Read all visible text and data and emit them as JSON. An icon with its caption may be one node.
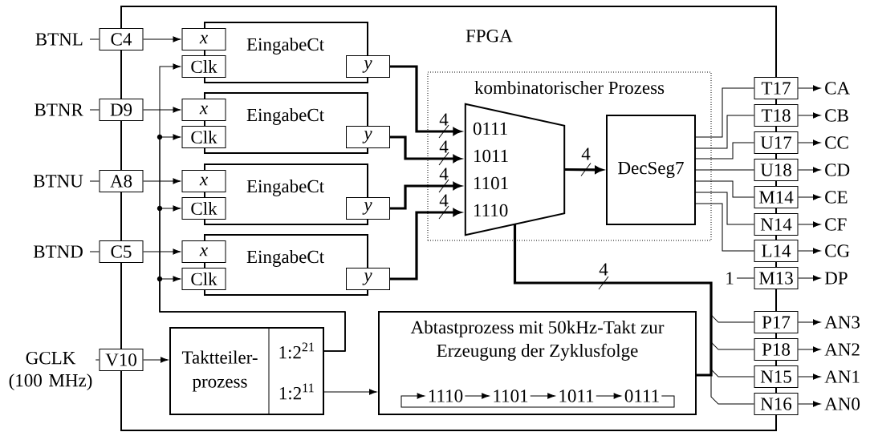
{
  "diagram": {
    "nodes": [
      {
        "text": [
          "FPGA"
        ]
      },
      {
        "text": [
          "BTNL"
        ]
      },
      {
        "text": [
          "C4"
        ]
      },
      {
        "text": [
          "EingabeCt"
        ],
        "in": 0
      },
      {
        "text": [
          "x"
        ],
        "in": 0
      },
      {
        "text": [
          "Clk"
        ],
        "in": 0
      },
      {
        "text": [
          "y"
        ],
        "in": 0
      },
      {
        "text": [
          "BTNR"
        ]
      },
      {
        "text": [
          "D9"
        ]
      },
      {
        "text": [
          "EingabeCt"
        ],
        "in": 0
      },
      {
        "text": [
          "x"
        ],
        "in": 0
      },
      {
        "text": [
          "Clk"
        ],
        "in": 0
      },
      {
        "text": [
          "y"
        ],
        "in": 0
      },
      {
        "text": [
          "BTNU"
        ]
      },
      {
        "text": [
          "A8"
        ]
      },
      {
        "text": [
          "EingabeCt"
        ],
        "in": 0
      },
      {
        "text": [
          "x"
        ],
        "in": 0
      },
      {
        "text": [
          "Clk"
        ],
        "in": 0
      },
      {
        "text": [
          "y"
        ],
        "in": 0
      },
      {
        "text": [
          "BTND"
        ]
      },
      {
        "text": [
          "C5"
        ]
      },
      {
        "text": [
          "EingabeCt"
        ],
        "in": 0
      },
      {
        "text": [
          "x"
        ],
        "in": 0
      },
      {
        "text": [
          "Clk"
        ],
        "in": 0
      },
      {
        "text": [
          "y"
        ],
        "in": 0
      },
      {
        "text": [
          "kombinatorischer Prozess"
        ],
        "in": 0
      },
      {
        "text": [
          "0111",
          "1011",
          "1101",
          "1110"
        ],
        "in": 25
      },
      {
        "text": [
          "DecSeg7"
        ],
        "in": 25
      },
      {
        "text": [
          "GCLK (100 MHz)"
        ]
      },
      {
        "text": [
          "V10"
        ]
      },
      {
        "text": [
          "Taktteiler-prozess",
          "1:2$^{21}$",
          "1:2$^{11}$"
        ],
        "in": 0
      },
      {
        "text": [
          "Abtastprozess mit 50kHz-Takt zur Erzeugung der Zyklusfolge"
        ],
        "in": 0
      },
      {
        "text": [
          "1110"
        ],
        "in": 31
      },
      {
        "text": [
          "1101"
        ],
        "in": 31
      },
      {
        "text": [
          "1011"
        ],
        "in": 31
      },
      {
        "text": [
          "0111"
        ],
        "in": 31
      },
      {
        "text": [
          "T17"
        ]
      },
      {
        "text": [
          "CA"
        ]
      },
      {
        "text": [
          "T18"
        ]
      },
      {
        "text": [
          "CB"
        ]
      },
      {
        "text": [
          "U17"
        ]
      },
      {
        "text": [
          "CC"
        ]
      },
      {
        "text": [
          "U18"
        ]
      },
      {
        "text": [
          "CD"
        ]
      },
      {
        "text": [
          "M14"
        ]
      },
      {
        "text": [
          "CE"
        ]
      },
      {
        "text": [
          "N14"
        ]
      },
      {
        "text": [
          "CF"
        ]
      },
      {
        "text": [
          "L14"
        ]
      },
      {
        "text": [
          "CG"
        ]
      },
      {
        "text": [
          "1"
        ],
        "in": 0
      },
      {
        "text": [
          "M13"
        ]
      },
      {
        "text": [
          "DP"
        ]
      },
      {
        "text": [
          "P17"
        ]
      },
      {
        "text": [
          "AN3"
        ]
      },
      {
        "text": [
          "P18"
        ]
      },
      {
        "text": [
          "AN2"
        ]
      },
      {
        "text": [
          "N15"
        ]
      },
      {
        "text": [
          "AN1"
        ]
      },
      {
        "text": [
          "N16"
        ]
      },
      {
        "text": [
          "AN0"
        ]
      }
    ],
    "edges": [
      {
        "from": 1,
        "to": 2,
        "arrow": "none"
      },
      {
        "from": 2,
        "to": 4,
        "arrow": "to"
      },
      {
        "from": 7,
        "to": 8,
        "arrow": "none"
      },
      {
        "from": 8,
        "to": 10,
        "arrow": "to"
      },
      {
        "from": 13,
        "to": 14,
        "arrow": "none"
      },
      {
        "from": 14,
        "to": 16,
        "arrow": "to"
      },
      {
        "from": 19,
        "to": 20,
        "arrow": "none"
      },
      {
        "from": 20,
        "to": 22,
        "arrow": "to"
      },
      {
        "from": 30,
        "to": 5,
        "arrow": "to"
      },
      {
        "from": 30,
        "to": 11,
        "arrow": "to"
      },
      {
        "from": 30,
        "to": 17,
        "arrow": "to"
      },
      {
        "from": 30,
        "to": 23,
        "arrow": "to"
      },
      {
        "from": 6,
        "to": 26,
        "arrow": "to",
        "label": "4",
        "style": "thick"
      },
      {
        "from": 12,
        "to": 26,
        "arrow": "to",
        "label": "4",
        "style": "thick"
      },
      {
        "from": 18,
        "to": 26,
        "arrow": "to",
        "label": "4",
        "style": "thick"
      },
      {
        "from": 24,
        "to": 26,
        "arrow": "to",
        "label": "4",
        "style": "thick"
      },
      {
        "from": 26,
        "to": 27,
        "arrow": "to",
        "label": "4",
        "style": "thick"
      },
      {
        "from": 27,
        "to": 36,
        "arrow": "none"
      },
      {
        "from": 27,
        "to": 38,
        "arrow": "none"
      },
      {
        "from": 27,
        "to": 40,
        "arrow": "none"
      },
      {
        "from": 27,
        "to": 42,
        "arrow": "none"
      },
      {
        "from": 27,
        "to": 44,
        "arrow": "none"
      },
      {
        "from": 27,
        "to": 46,
        "arrow": "none"
      },
      {
        "from": 27,
        "to": 48,
        "arrow": "none"
      },
      {
        "from": 36,
        "to": 37,
        "arrow": "to"
      },
      {
        "from": 38,
        "to": 39,
        "arrow": "to"
      },
      {
        "from": 40,
        "to": 41,
        "arrow": "to"
      },
      {
        "from": 42,
        "to": 43,
        "arrow": "to"
      },
      {
        "from": 44,
        "to": 45,
        "arrow": "to"
      },
      {
        "from": 46,
        "to": 47,
        "arrow": "to"
      },
      {
        "from": 48,
        "to": 49,
        "arrow": "to"
      },
      {
        "from": 50,
        "to": 51,
        "arrow": "none"
      },
      {
        "from": 51,
        "to": 52,
        "arrow": "to"
      },
      {
        "from": 28,
        "to": 29,
        "arrow": "none"
      },
      {
        "from": 29,
        "to": 30,
        "arrow": "to"
      },
      {
        "from": 30,
        "to": 31,
        "arrow": "to"
      },
      {
        "from": 32,
        "to": 33,
        "arrow": "to"
      },
      {
        "from": 33,
        "to": 34,
        "arrow": "to"
      },
      {
        "from": 34,
        "to": 35,
        "arrow": "to"
      },
      {
        "from": 35,
        "to": 32,
        "arrow": "to"
      },
      {
        "from": 31,
        "to": 26,
        "arrow": "none",
        "label": "4",
        "style": "thick"
      },
      {
        "from": 31,
        "to": 53,
        "arrow": "none"
      },
      {
        "from": 31,
        "to": 55,
        "arrow": "none"
      },
      {
        "from": 31,
        "to": 57,
        "arrow": "none"
      },
      {
        "from": 31,
        "to": 59,
        "arrow": "none"
      },
      {
        "from": 53,
        "to": 54,
        "arrow": "to"
      },
      {
        "from": 55,
        "to": 56,
        "arrow": "to"
      },
      {
        "from": 57,
        "to": 58,
        "arrow": "to"
      },
      {
        "from": 59,
        "to": 60,
        "arrow": "to"
      }
    ]
  }
}
